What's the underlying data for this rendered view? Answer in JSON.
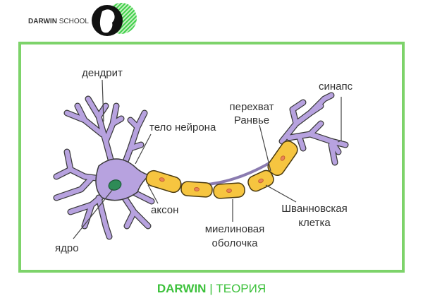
{
  "header": {
    "brand_bold": "DARWIN",
    "brand_light": "SCHOOL"
  },
  "labels": {
    "dendrite": "дендрит",
    "cell_body": "тело нейрона",
    "node_line1": "перехват",
    "node_line2": "Ранвье",
    "synapse": "синапс",
    "axon": "аксон",
    "nucleus": "ядро",
    "myelin_line1": "миелиновая",
    "myelin_line2": "оболочка",
    "schwann_line1": "Шванновская",
    "schwann_line2": "клетка"
  },
  "footer": {
    "brand": "DARWIN",
    "separator": "|",
    "section": "ТЕОРИЯ"
  },
  "colors": {
    "frame": "#7dd36a",
    "brand_green": "#3cc13b",
    "dendrite": "#b7a2df",
    "myelin": "#f6c540",
    "nucleus": "#2e8b57"
  }
}
